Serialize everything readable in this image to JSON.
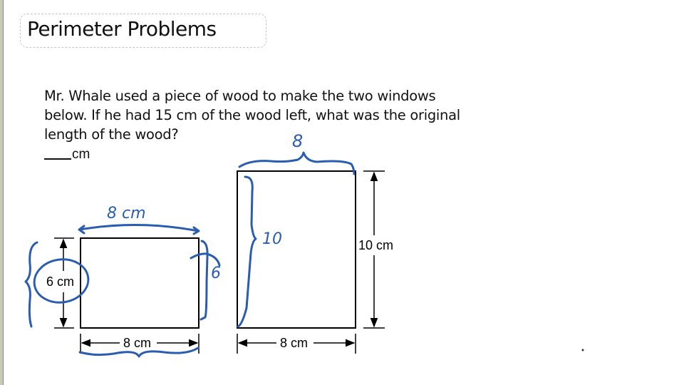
{
  "slide": {
    "title": "Perimeter Problems",
    "problem_lines": [
      "Mr. Whale used a piece of wood to make the two windows",
      "below. If he had 15 cm of the wood left, what was the original",
      "length of the wood?"
    ],
    "answer_blank": "____",
    "answer_unit": "cm"
  },
  "figures": {
    "left_window": {
      "height_label": "6 cm",
      "width_label": "8 cm"
    },
    "right_window": {
      "height_label": "10 cm",
      "width_label": "8 cm"
    }
  },
  "annotations": {
    "ink_color": "#2a5db0",
    "left_top": "8 cm",
    "left_right": "6",
    "right_top": "8",
    "right_left": "10"
  }
}
